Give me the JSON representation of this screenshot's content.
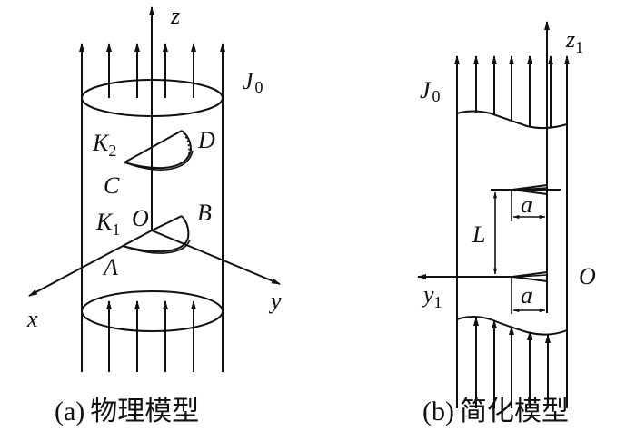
{
  "panel_a": {
    "caption_label": "(a)",
    "caption_text": "物理模型",
    "axis_z": "z",
    "axis_x": "x",
    "axis_y": "y",
    "current_label": "J",
    "current_sub": "0",
    "origin": "O",
    "crack_top_label": "K",
    "crack_top_sub": "2",
    "crack_bottom_label": "K",
    "crack_bottom_sub": "1",
    "point_A": "A",
    "point_B": "B",
    "point_C": "C",
    "point_D": "D"
  },
  "panel_b": {
    "caption_label": "(b)",
    "caption_text": "简化模型",
    "axis_z": "z",
    "axis_z_sub": "1",
    "axis_y": "y",
    "axis_y_sub": "1",
    "current_label": "J",
    "current_sub": "0",
    "origin": "O",
    "spacing_label": "L",
    "crack_depth_top": "a",
    "crack_depth_bottom": "a"
  }
}
